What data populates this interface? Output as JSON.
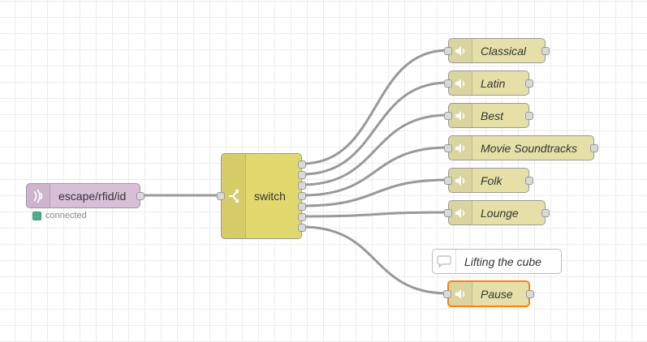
{
  "nodes": {
    "mqtt_in": {
      "label": "escape/rfid/id",
      "status_text": "connected",
      "icon": "radio-waves-icon"
    },
    "switch": {
      "label": "switch",
      "icon": "split-arrows-icon"
    },
    "outputs": [
      {
        "label": "Classical",
        "icon": "audio-icon"
      },
      {
        "label": "Latin",
        "icon": "audio-icon"
      },
      {
        "label": "Best",
        "icon": "audio-icon"
      },
      {
        "label": "Movie Soundtracks",
        "icon": "audio-icon"
      },
      {
        "label": "Folk",
        "icon": "audio-icon"
      },
      {
        "label": "Lounge",
        "icon": "audio-icon"
      },
      {
        "label": "Pause",
        "icon": "audio-icon",
        "selected": true
      }
    ],
    "comment": {
      "label": "Lifting the cube",
      "icon": "speech-bubble-icon"
    }
  },
  "colors": {
    "mqtt_node": "#d8bfd8",
    "switch_node": "#e2d96e",
    "audio_node": "#e6e0a8",
    "selection": "#ff7f0e",
    "status_connected": "#55aa88",
    "wire": "#999999"
  }
}
